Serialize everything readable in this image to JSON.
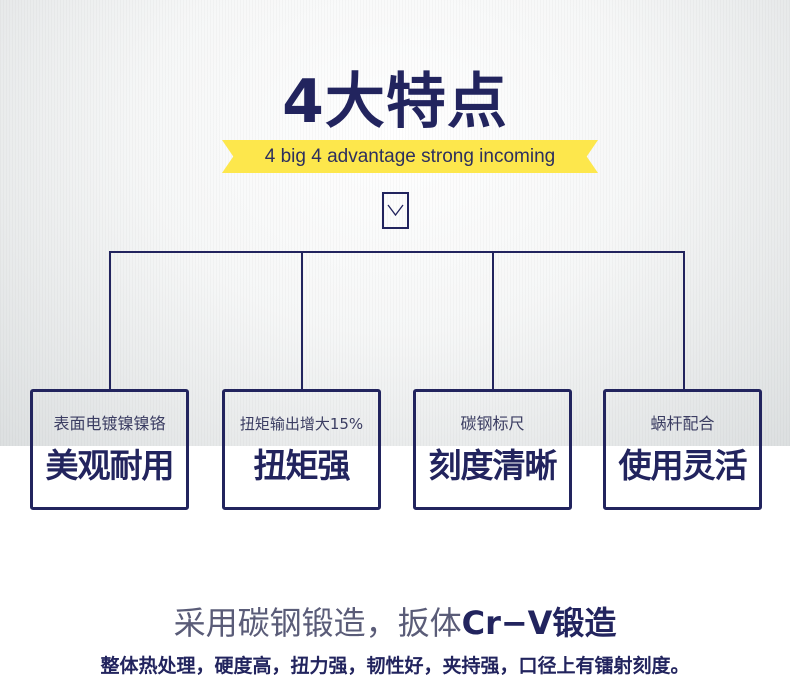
{
  "header": {
    "title": "4大特点",
    "subtitle": "4 big 4 advantage strong incoming"
  },
  "colors": {
    "navy": "#22245e",
    "ribbon": "#fde74c"
  },
  "features": [
    {
      "sub": "表面电镀镍镍铬",
      "main": "美观耐用"
    },
    {
      "sub": "扭矩输出增大15%",
      "main": "扭矩强"
    },
    {
      "sub": "碳钢标尺",
      "main": "刻度清晰"
    },
    {
      "sub": "蜗杆配合",
      "main": "使用灵活"
    }
  ],
  "footer": {
    "slogan_light": "采用碳钢锻造，扳体",
    "slogan_bold": "Cr−V锻造",
    "description": "整体热处理，硬度高，扭力强，韧性好，夹持强，口径上有镭射刻度。"
  }
}
